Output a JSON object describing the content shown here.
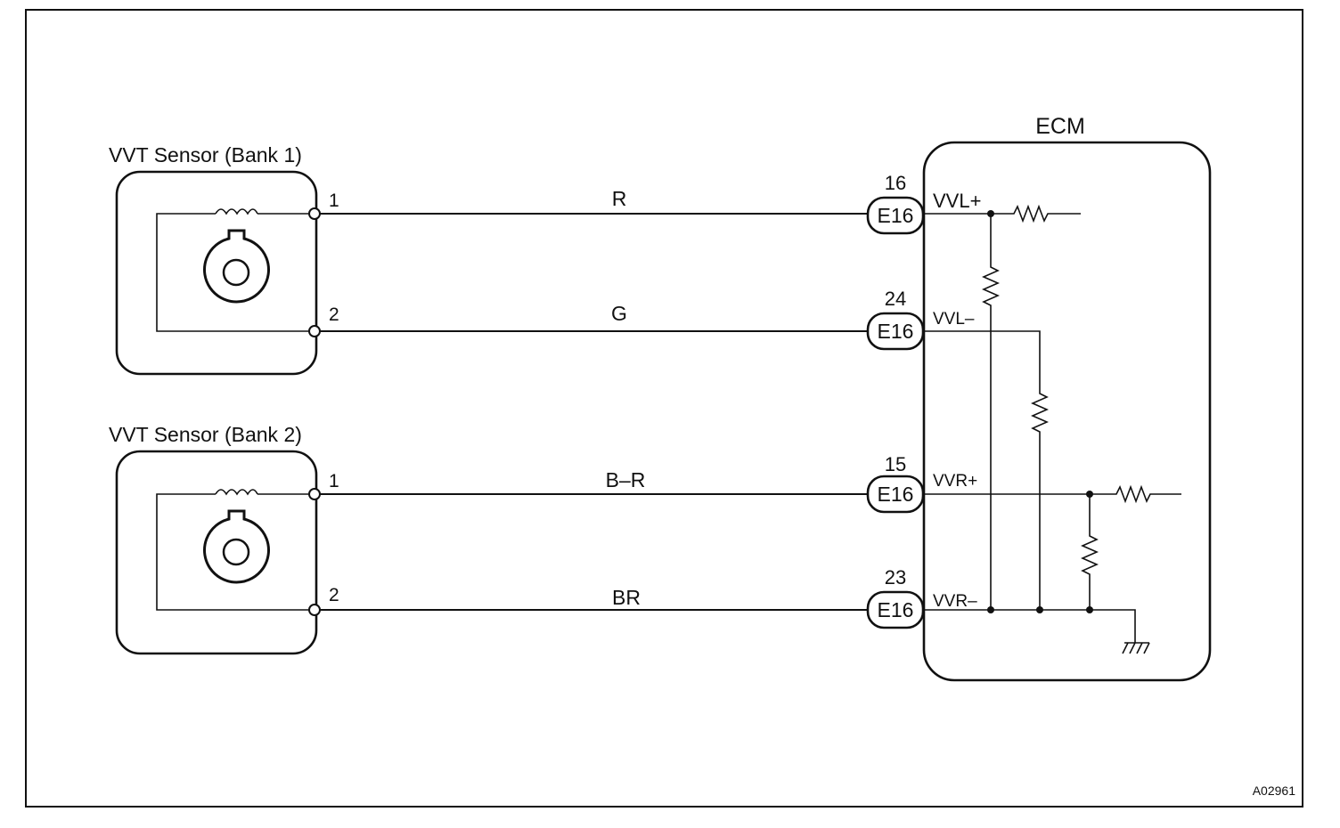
{
  "figure_code": "A02961",
  "ecm": {
    "title": "ECM"
  },
  "sensors": [
    {
      "title": "VVT Sensor (Bank 1)",
      "pin1_label": "1",
      "pin2_label": "2"
    },
    {
      "title": "VVT Sensor (Bank 2)",
      "pin1_label": "1",
      "pin2_label": "2"
    }
  ],
  "wires": [
    {
      "color_code": "R",
      "connector": "E16",
      "pin_number": "16",
      "terminal": "VVL+"
    },
    {
      "color_code": "G",
      "connector": "E16",
      "pin_number": "24",
      "terminal": "VVL–"
    },
    {
      "color_code": "B–R",
      "connector": "E16",
      "pin_number": "15",
      "terminal": "VVR+"
    },
    {
      "color_code": "BR",
      "connector": "E16",
      "pin_number": "23",
      "terminal": "VVR–"
    }
  ]
}
